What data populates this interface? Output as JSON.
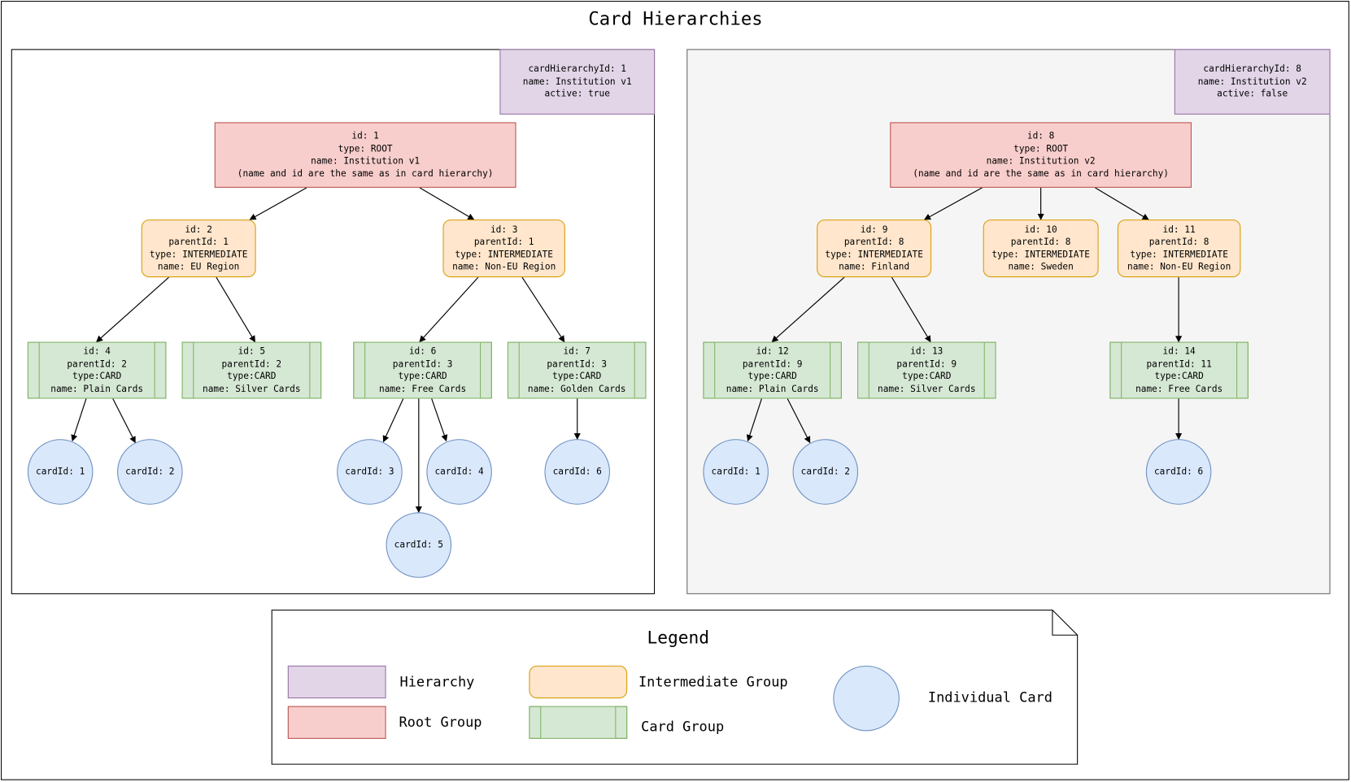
{
  "title": "Card Hierarchies",
  "hierarchies": [
    {
      "cardHierarchyId": "cardHierarchyId: 1",
      "name": "name: Institution v1",
      "active": "active: true",
      "root": "id: 1\ntype: ROOT\nname: Institution v1\n(name and id are the same as in card hierarchy)",
      "intermediates": [
        "id: 2\nparentId: 1\ntype: INTERMEDIATE\nname: EU Region",
        "id: 3\nparentId: 1\ntype: INTERMEDIATE\nname: Non-EU Region"
      ],
      "card_groups": [
        "id: 4\nparentId: 2\ntype:CARD\nname: Plain Cards",
        "id: 5\nparentId: 2\ntype:CARD\nname: Silver Cards",
        "id: 6\nparentId: 3\ntype:CARD\nname: Free Cards",
        "id: 7\nparentId: 3\ntype:CARD\nname: Golden Cards"
      ],
      "cards": [
        "cardId: 1",
        "cardId: 2",
        "cardId: 3",
        "cardId: 4",
        "cardId: 5",
        "cardId: 6"
      ]
    },
    {
      "cardHierarchyId": "cardHierarchyId: 8",
      "name": "name: Institution v2",
      "active": "active: false",
      "root": "id: 8\ntype: ROOT\nname: Institution v2\n(name and id are the same as in card hierarchy)",
      "intermediates": [
        "id: 9\nparentId: 8\ntype: INTERMEDIATE\nname: Finland",
        "id: 10\nparentId: 8\ntype: INTERMEDIATE\nname: Sweden",
        "id: 11\nparentId: 8\ntype: INTERMEDIATE\nname: Non-EU Region"
      ],
      "card_groups": [
        "id: 12\nparentId: 9\ntype:CARD\nname: Plain Cards",
        "id: 13\nparentId: 9\ntype:CARD\nname: Silver Cards",
        "id: 14\nparentId: 11\ntype:CARD\nname: Free Cards"
      ],
      "cards": [
        "cardId: 1",
        "cardId: 2",
        "cardId: 6"
      ]
    }
  ],
  "legend": {
    "title": "Legend",
    "hierarchy": "Hierarchy",
    "root_group": "Root Group",
    "intermediate_group": "Intermediate Group",
    "card_group": "Card Group",
    "individual_card": "Individual Card"
  },
  "colors": {
    "hierarchy_fill": "#e1d5e7",
    "hierarchy_stroke": "#9673a6",
    "root_fill": "#f8cecc",
    "root_stroke": "#b85450",
    "intermediate_fill": "#ffe6cc",
    "intermediate_stroke": "#d79b00",
    "card_group_fill": "#d5e8d4",
    "card_group_stroke": "#82b366",
    "card_fill": "#dae8fc",
    "card_stroke": "#6c8ebf",
    "panel2_fill": "#f5f5f5",
    "panel2_stroke": "#666666"
  }
}
